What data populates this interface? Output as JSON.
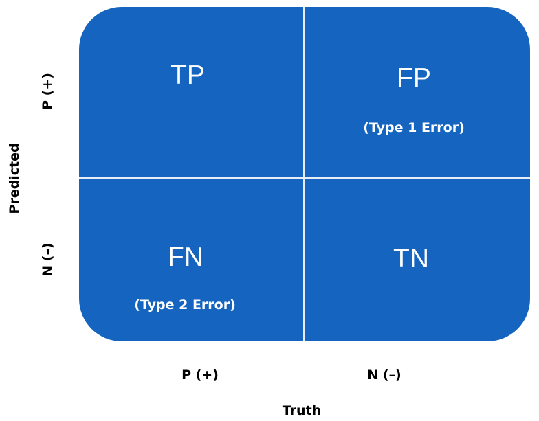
{
  "matrix": {
    "fill": "#1565c0",
    "divider": "#e8eef8",
    "cells": {
      "tp": {
        "label": "TP"
      },
      "fp": {
        "label": "FP",
        "note": "(Type 1 Error)"
      },
      "fn": {
        "label": "FN",
        "note": "(Type 2 Error)"
      },
      "tn": {
        "label": "TN"
      }
    }
  },
  "axes": {
    "y": {
      "title": "Predicted",
      "ticks": [
        "P (+)",
        "N (–)"
      ]
    },
    "x": {
      "title": "Truth",
      "ticks": [
        "P (+)",
        "N (–)"
      ]
    }
  }
}
